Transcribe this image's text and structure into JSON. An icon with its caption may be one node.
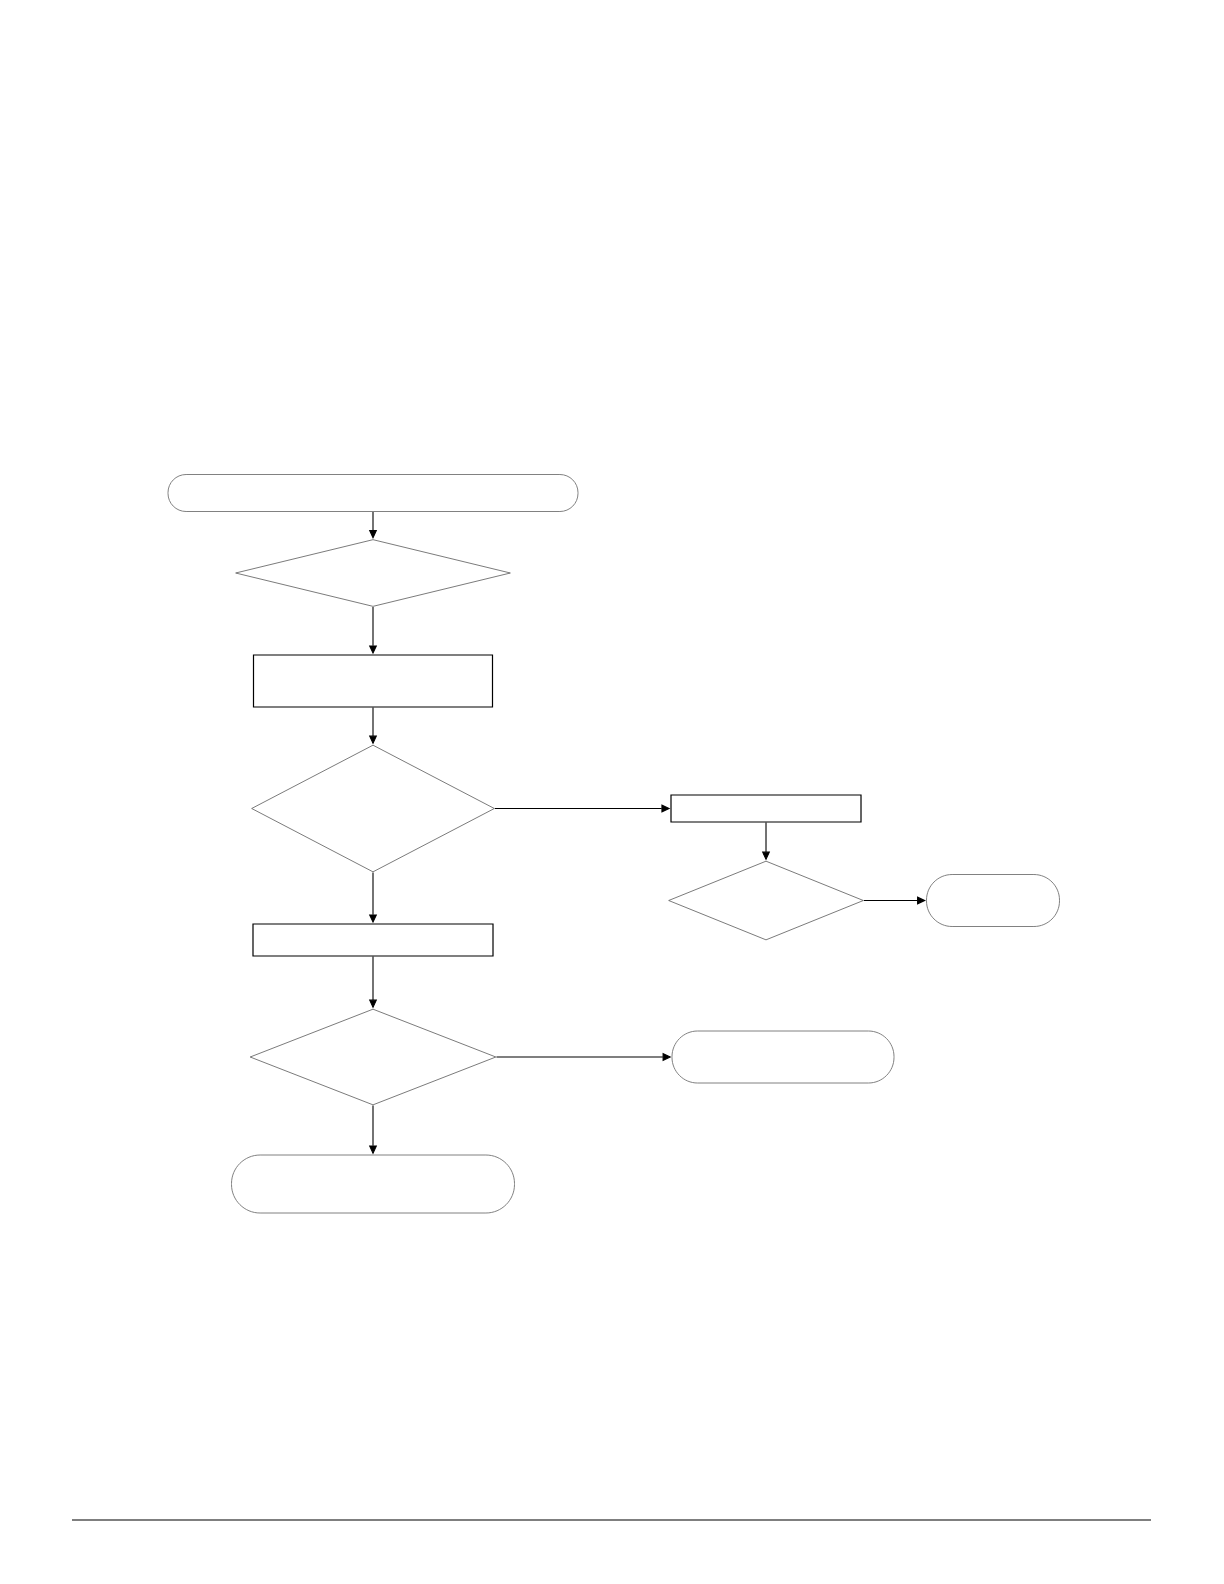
{
  "diagram": {
    "nodes": [
      {
        "text": [],
        "shape": "stadium"
      },
      {
        "text": [],
        "shape": "diamond"
      },
      {
        "text": [],
        "shape": "box"
      },
      {
        "text": [],
        "shape": "diamond"
      },
      {
        "text": [],
        "shape": "box"
      },
      {
        "text": [],
        "shape": "box"
      },
      {
        "text": [],
        "shape": "diamond"
      },
      {
        "text": [],
        "shape": "stadium"
      },
      {
        "text": [],
        "shape": "diamond"
      },
      {
        "text": [],
        "shape": "stadium"
      },
      {
        "text": [],
        "shape": "stadium"
      }
    ],
    "edges": [
      {
        "from": 0,
        "to": 1,
        "arrow": "to"
      },
      {
        "from": 1,
        "to": 2,
        "arrow": "to"
      },
      {
        "from": 2,
        "to": 3,
        "arrow": "to"
      },
      {
        "from": 3,
        "to": 5,
        "arrow": "to"
      },
      {
        "from": 3,
        "to": 4,
        "arrow": "to"
      },
      {
        "from": 5,
        "to": 6,
        "arrow": "to"
      },
      {
        "from": 6,
        "to": 7,
        "arrow": "to"
      },
      {
        "from": 4,
        "to": 8,
        "arrow": "to"
      },
      {
        "from": 8,
        "to": 9,
        "arrow": "to"
      },
      {
        "from": 8,
        "to": 10,
        "arrow": "to"
      }
    ]
  }
}
